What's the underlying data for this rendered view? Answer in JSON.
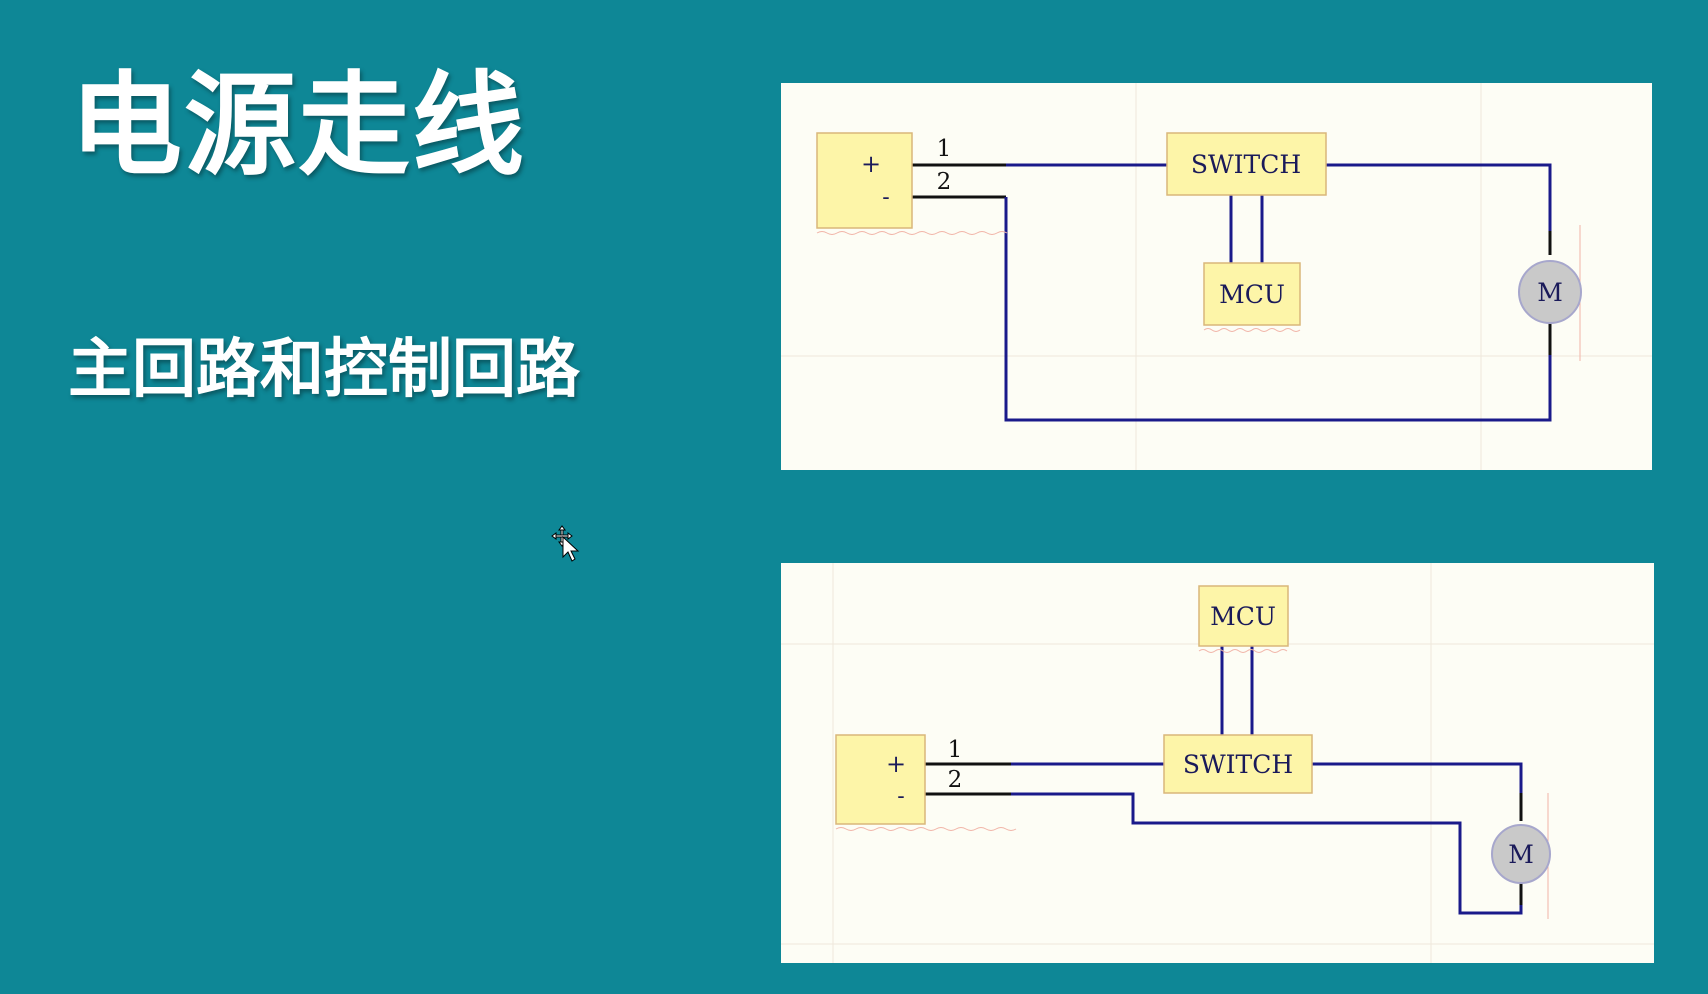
{
  "slide": {
    "title": "电源走线",
    "subtitle": "主回路和控制回路"
  },
  "colors": {
    "background": "#0e8796",
    "panel": "#fdfdf5",
    "wire": "#1a1a8a",
    "component_fill": "#fdf5a8",
    "component_stroke": "#d9b77a",
    "motor_fill": "#c9c9c9"
  },
  "diagram_top": {
    "source_plus": "+",
    "source_minus": "-",
    "pin_1": "1",
    "pin_2": "2",
    "switch_label": "SWITCH",
    "mcu_label": "MCU",
    "motor_label": "M"
  },
  "diagram_bottom": {
    "source_plus": "+",
    "source_minus": "-",
    "pin_1": "1",
    "pin_2": "2",
    "switch_label": "SWITCH",
    "mcu_label": "MCU",
    "motor_label": "M"
  },
  "icons": {
    "cursor": "move-cursor-icon"
  }
}
